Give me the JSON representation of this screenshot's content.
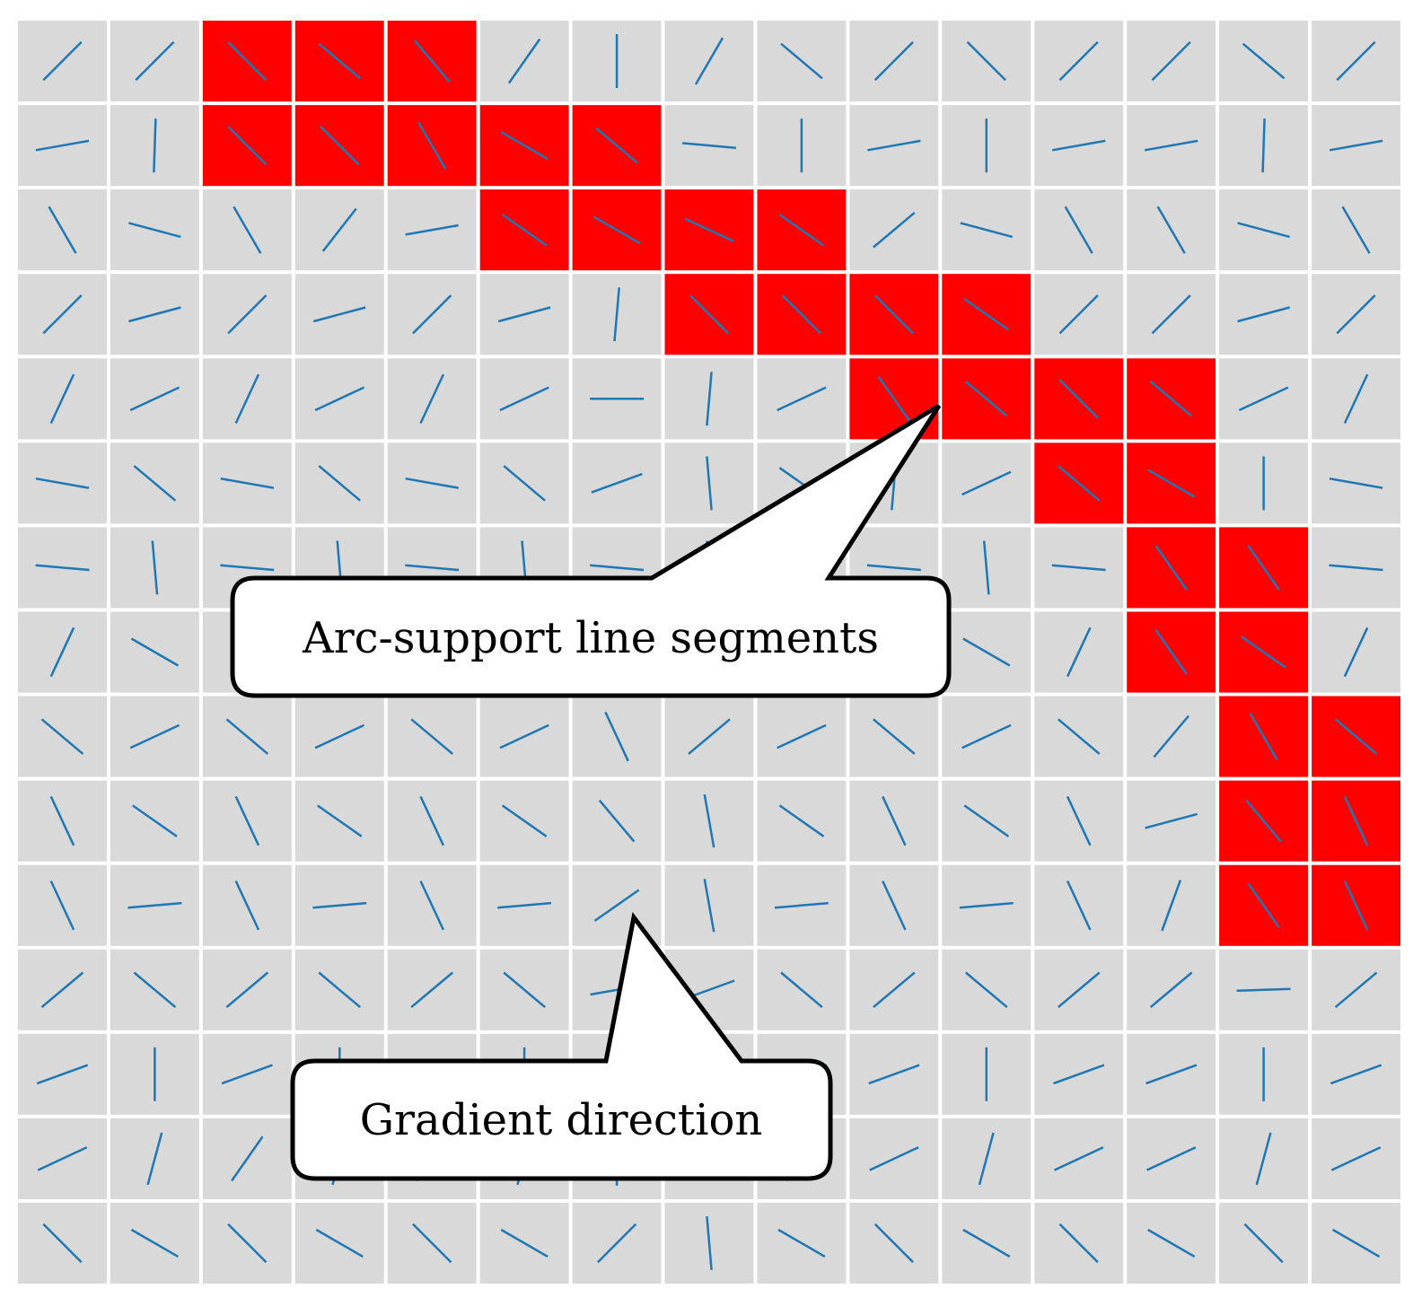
{
  "colors": {
    "cell": "#d9d9d9",
    "highlight": "#ff0000",
    "gridline": "#ffffff",
    "segment": "#1f77b4",
    "callout_fill": "#ffffff",
    "callout_stroke": "#000000"
  },
  "grid": {
    "rows": 15,
    "cols": 15,
    "highlighted_cells": [
      [
        0,
        2
      ],
      [
        0,
        3
      ],
      [
        0,
        4
      ],
      [
        1,
        2
      ],
      [
        1,
        3
      ],
      [
        1,
        4
      ],
      [
        1,
        5
      ],
      [
        1,
        6
      ],
      [
        2,
        5
      ],
      [
        2,
        6
      ],
      [
        2,
        7
      ],
      [
        2,
        8
      ],
      [
        3,
        7
      ],
      [
        3,
        8
      ],
      [
        3,
        9
      ],
      [
        3,
        10
      ],
      [
        4,
        9
      ],
      [
        4,
        10
      ],
      [
        4,
        11
      ],
      [
        4,
        12
      ],
      [
        5,
        11
      ],
      [
        5,
        12
      ],
      [
        6,
        12
      ],
      [
        6,
        13
      ],
      [
        7,
        12
      ],
      [
        7,
        13
      ],
      [
        8,
        13
      ],
      [
        8,
        14
      ],
      [
        9,
        13
      ],
      [
        9,
        14
      ],
      [
        10,
        13
      ],
      [
        10,
        14
      ]
    ],
    "orientations_deg": [
      [
        45,
        45,
        135,
        140,
        130,
        55,
        90,
        60,
        140,
        45,
        135,
        45,
        45,
        140,
        45
      ],
      [
        10,
        88,
        135,
        135,
        120,
        150,
        140,
        175,
        90,
        10,
        90,
        10,
        10,
        88,
        10
      ],
      [
        120,
        165,
        120,
        52,
        10,
        145,
        150,
        155,
        145,
        40,
        165,
        120,
        120,
        165,
        120
      ],
      [
        45,
        15,
        45,
        15,
        45,
        15,
        85,
        135,
        135,
        135,
        145,
        45,
        45,
        15,
        45
      ],
      [
        65,
        25,
        65,
        25,
        65,
        25,
        0,
        85,
        25,
        125,
        140,
        135,
        140,
        25,
        65
      ],
      [
        170,
        140,
        170,
        140,
        170,
        140,
        20,
        95,
        145,
        85,
        25,
        140,
        150,
        90,
        170
      ],
      [
        175,
        95,
        175,
        95,
        175,
        95,
        175,
        95,
        95,
        175,
        95,
        175,
        125,
        125,
        175
      ],
      [
        65,
        150,
        65,
        150,
        65,
        150,
        150,
        150,
        150,
        65,
        150,
        65,
        125,
        145,
        65
      ],
      [
        140,
        25,
        140,
        25,
        140,
        25,
        115,
        40,
        25,
        140,
        25,
        140,
        50,
        120,
        140
      ],
      [
        115,
        145,
        115,
        145,
        115,
        145,
        130,
        100,
        145,
        115,
        145,
        115,
        15,
        130,
        115
      ],
      [
        115,
        5,
        115,
        5,
        115,
        5,
        35,
        100,
        5,
        115,
        5,
        115,
        70,
        125,
        115
      ],
      [
        40,
        140,
        40,
        140,
        40,
        140,
        10,
        20,
        140,
        40,
        140,
        40,
        40,
        2,
        40
      ],
      [
        20,
        90,
        20,
        90,
        20,
        90,
        90,
        75,
        20,
        20,
        90,
        20,
        20,
        90,
        20
      ],
      [
        25,
        75,
        55,
        75,
        55,
        75,
        90,
        30,
        55,
        25,
        75,
        25,
        25,
        75,
        25
      ],
      [
        135,
        150,
        135,
        150,
        135,
        150,
        45,
        95,
        150,
        135,
        150,
        135,
        150,
        135,
        150
      ]
    ]
  },
  "callouts": [
    {
      "label": "Arc-support line segments"
    },
    {
      "label": "Gradient direction"
    }
  ]
}
